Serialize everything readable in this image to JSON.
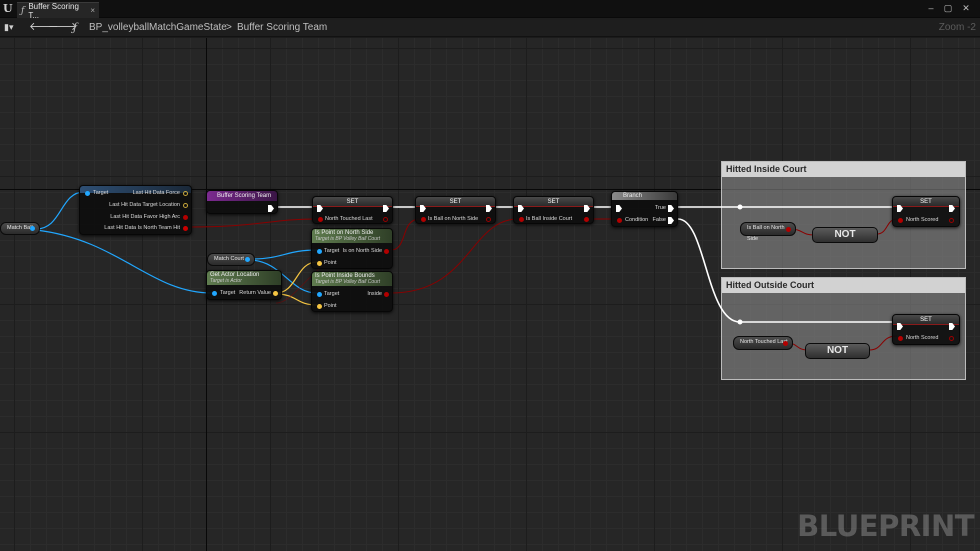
{
  "window": {
    "tab_title": "Buffer Scoring T...",
    "tab_close": "×",
    "controls": [
      "–",
      "▢",
      "✕"
    ]
  },
  "toolbar": {
    "menu_icon": "blueprint-menu-icon",
    "back_icon": "arrow-left-icon",
    "forward_icon": "arrow-right-icon",
    "function_glyph": "ƒ",
    "breadcrumb_blueprint": "BP_volleyballMatchGameState",
    "breadcrumb_separator": ">",
    "breadcrumb_function": "Buffer Scoring Team",
    "zoom": "Zoom -2"
  },
  "comments": {
    "inside": "Hitted Inside Court",
    "outside": "Hitted Outside Court"
  },
  "nodes": {
    "match_ball": "Match Ball",
    "break_hit": {
      "target": "Target",
      "pins": [
        "Last Hit Data Force",
        "Last Hit Data Target Location",
        "Last Hit Data Favor High Arc",
        "Last Hit Data Is North Team Hit"
      ]
    },
    "function_entry": "Buffer Scoring Team",
    "match_court": "Match Court",
    "get_actor_location": {
      "title": "Get Actor Location",
      "subtitle": "Target is Actor",
      "target": "Target",
      "return_value": "Return Value"
    },
    "is_point_on_north_side": {
      "title": "Is Point on North Side",
      "subtitle": "Target is BP Volley Ball Court",
      "target": "Target",
      "point": "Point",
      "output": "Is on North Side"
    },
    "is_point_inside_bounds": {
      "title": "Is Point Inside Bounds",
      "subtitle": "Target is BP Volley Ball Court",
      "target": "Target",
      "point": "Point",
      "output": "Inside"
    },
    "set1": {
      "title": "SET",
      "pin": "North Touched Last"
    },
    "set2": {
      "title": "SET",
      "pin": "Is Ball on North Side"
    },
    "set3": {
      "title": "SET",
      "pin": "Is Ball Inside Court"
    },
    "branch": {
      "title": "Branch",
      "condition": "Condition",
      "true": "True",
      "false": "False"
    },
    "inside_get": "Is Ball on North Side",
    "inside_not": "NOT",
    "inside_set": {
      "title": "SET",
      "pin": "North Scored"
    },
    "outside_get": "North Touched Last",
    "outside_not": "NOT",
    "outside_set": {
      "title": "SET",
      "pin": "North Scored"
    }
  },
  "colors": {
    "exec_wire": "#ffffff",
    "object_wire": "#21a7ff",
    "vector_wire": "#f5c542",
    "bool_wire": "#9b0000",
    "pure_node_header": "#5f7c4f",
    "function_entry_header": "#7b2a8f",
    "break_node_header": "#2e4f74"
  },
  "watermark": "BLUEPRINT"
}
